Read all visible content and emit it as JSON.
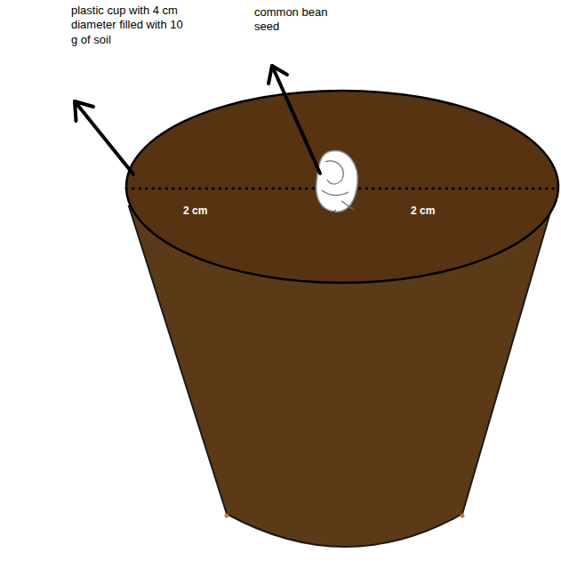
{
  "diagram": {
    "labels": [
      "plastic cup with 4 cm diameter filled with 10 g of soil",
      "common bean seed",
      "2 cm",
      "2 cm"
    ]
  }
}
